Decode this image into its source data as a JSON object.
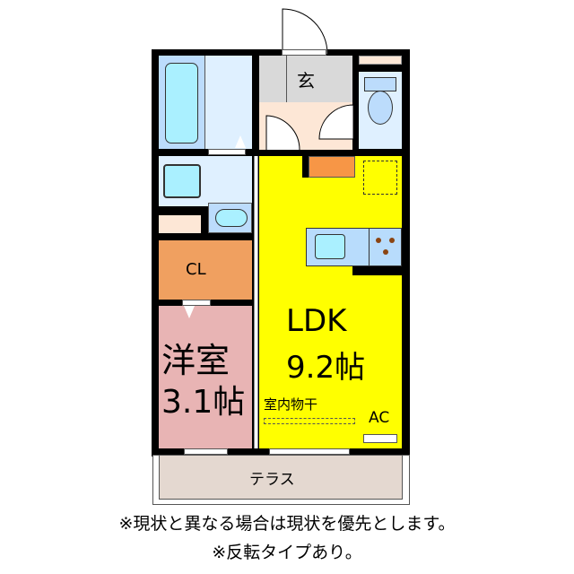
{
  "rooms": {
    "genkan": {
      "label": "玄"
    },
    "closet": {
      "label": "CL"
    },
    "western_room": {
      "name": "洋室",
      "size": "3.1帖"
    },
    "ldk": {
      "name": "LDK",
      "size": "9.2帖"
    },
    "indoor_drying": {
      "label": "室内物干"
    },
    "ac": {
      "label": "AC"
    },
    "terrace": {
      "label": "テラス"
    }
  },
  "notes": [
    "※現状と異なる場合は現状を優先とします。",
    "※反転タイプあり。"
  ],
  "colors": {
    "ldk": "#ffff00",
    "western_room": "#e8b4b4",
    "closet": "#f0a060",
    "genkan": "#d9d9d9",
    "hall": "#fde7d6",
    "bath": "#bcdcfc",
    "bathtub": "#aaf0ff",
    "terrace": "#e4d8d0",
    "kitchen_counter": "#b8dcfc",
    "fridge": "#f79646",
    "wall": "#000000"
  }
}
